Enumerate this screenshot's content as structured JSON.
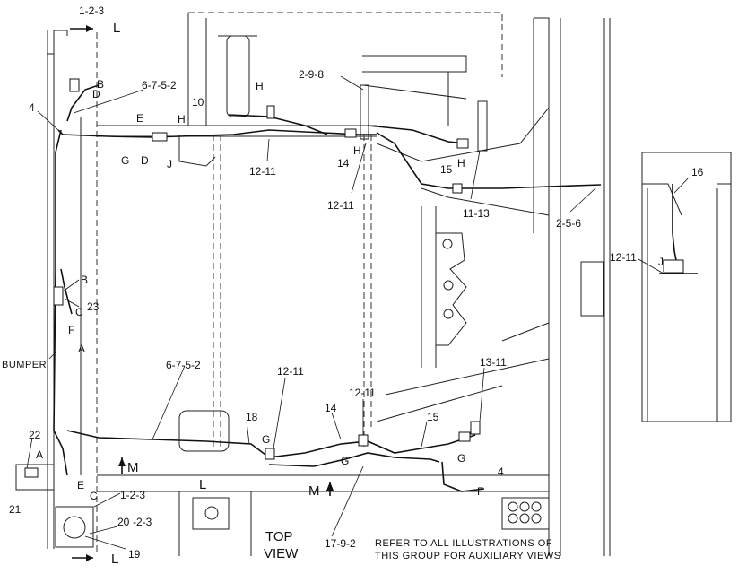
{
  "diagram": {
    "labels": {
      "l_123_top": "1-2-3",
      "l_L_top": "L",
      "l_6752_top": "6-7-5-2",
      "l_4_left": "4",
      "l_B_top": "B",
      "l_D_top": "D",
      "l_10": "10",
      "l_E_top": "E",
      "l_H_top": "H",
      "l_G_top": "G",
      "l_D_mid": "D",
      "l_J_top": "J",
      "l_H_mid": "H",
      "l_1211_a": "12-11",
      "l_298": "2-9-8",
      "l_14_top": "14",
      "l_H_right": "H",
      "l_1211_b": "12-11",
      "l_15_top": "15",
      "l_H_15": "H",
      "l_1113": "11-13",
      "l_256": "2-5-6",
      "l_16": "16",
      "l_1211_aux": "12-11",
      "l_J_aux": "J",
      "l_B_mid": "B",
      "l_C_mid": "C",
      "l_23": "23",
      "l_F_mid": "F",
      "l_A_mid": "A",
      "l_bumper": "BUMPER",
      "l_6752_mid": "6-7-5-2",
      "l_1211_c": "12-11",
      "l_1211_d": "12-11",
      "l_1311": "13-11",
      "l_18": "18",
      "l_14_bot": "14",
      "l_15_bot": "15",
      "l_G_a": "G",
      "l_G_b": "G",
      "l_G_c": "G",
      "l_4_bot": "4",
      "l_F_bot": "F",
      "l_22": "22",
      "l_A_bot": "A",
      "l_21": "21",
      "l_E_bot": "E",
      "l_C_bot": "C",
      "l_123_bot": "1-2-3",
      "l_20": "20",
      "l_23b": "-2-3",
      "l_19": "19",
      "l_L_bot": "L",
      "l_L_mid": "L",
      "l_M_left": "M",
      "l_M_mid": "M",
      "l_top": "TOP",
      "l_view": "VIEW",
      "l_1792": "17-9-2"
    },
    "note_line1": "REFER TO ALL ILLUSTRATIONS OF",
    "note_line2": "THIS GROUP FOR AUXILIARY VIEWS",
    "colors": {
      "ink": "#111111",
      "paper": "#ffffff"
    }
  }
}
